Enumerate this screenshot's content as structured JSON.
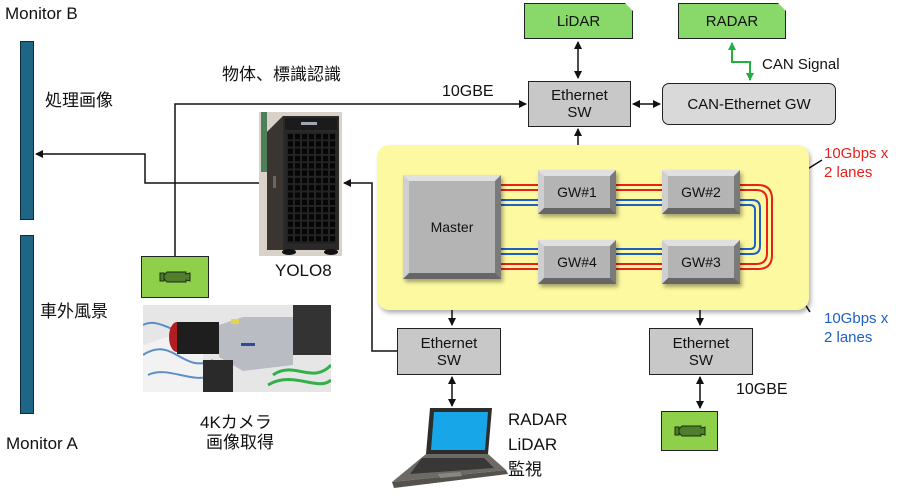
{
  "monitors": {
    "monitor_b": {
      "label": "Monitor B",
      "content": "処理画像"
    },
    "monitor_a": {
      "label": "Monitor A",
      "content": "車外風景"
    }
  },
  "recognition_label": "物体、標識認識",
  "link_labels": {
    "top_10gbe": "10GBE",
    "bottom_10gbe": "10GBE",
    "can_signal": "CAN Signal",
    "red_lanes": [
      "10Gbps x",
      "2 lanes"
    ],
    "blue_lanes": [
      "10Gbps x",
      "2 lanes"
    ]
  },
  "server": {
    "label": "YOLO8"
  },
  "camera_photo": {
    "caption_line1": "4Kカメラ",
    "caption_line2": "画像取得"
  },
  "sensors": {
    "lidar": "LiDAR",
    "radar": "RADAR"
  },
  "switches": {
    "top": {
      "line1": "Ethernet",
      "line2": "SW"
    },
    "bottom_left": {
      "line1": "Ethernet",
      "line2": "SW"
    },
    "bottom_right": {
      "line1": "Ethernet",
      "line2": "SW"
    }
  },
  "can_gateway": "CAN-Ethernet GW",
  "network_panel": {
    "master": "Master",
    "gateways": [
      "GW#1",
      "GW#2",
      "GW#3",
      "GW#4"
    ]
  },
  "laptop_caption": [
    "RADAR",
    "LiDAR",
    "監視"
  ],
  "colors": {
    "red_lane": "#e8201c",
    "blue_lane": "#1f5fc8",
    "can_signal": "#22b040",
    "panel": "#fdf9a0",
    "monitor": "#1f6686",
    "sensor_green": "#88d86a",
    "camera_green": "#8ed04a"
  }
}
